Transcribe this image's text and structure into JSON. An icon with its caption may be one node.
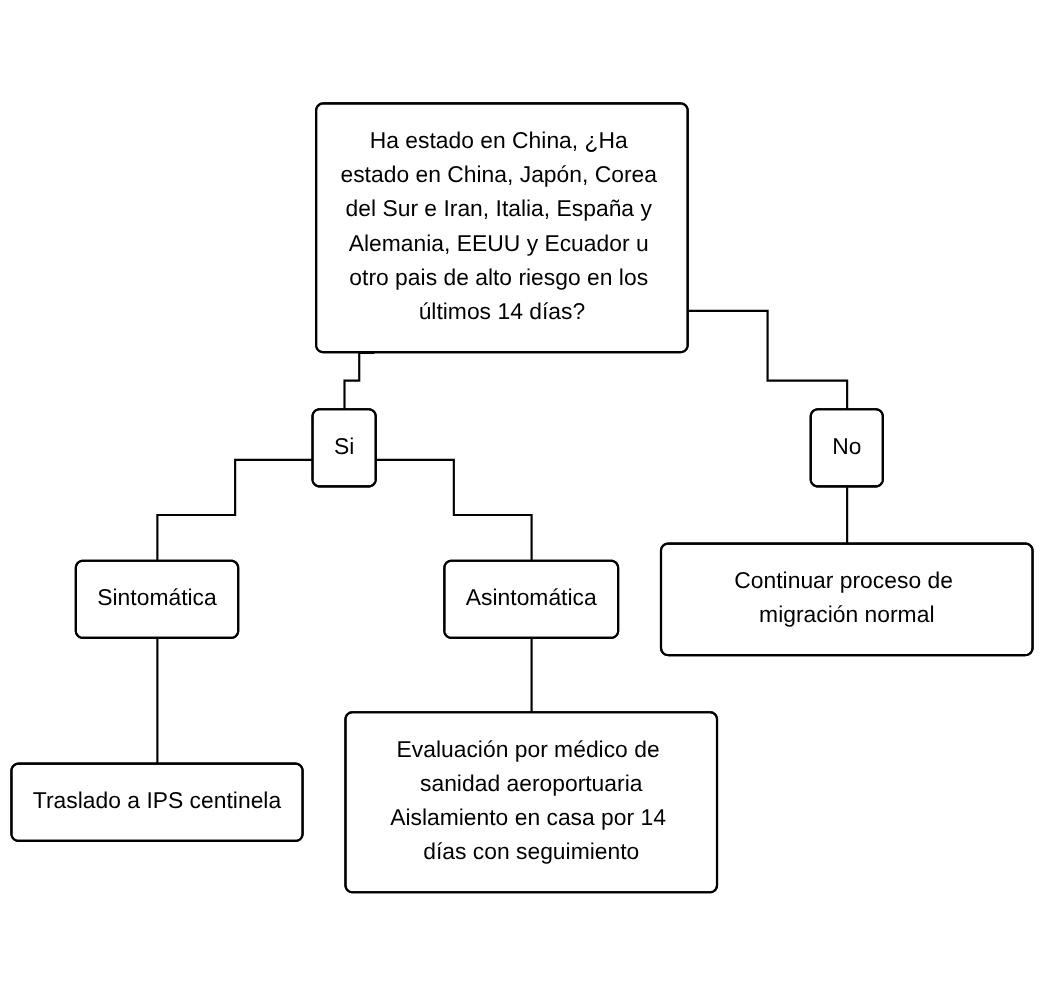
{
  "diagram": {
    "nodes": [
      {
        "text": [
          "Ha estado en China, ¿Ha estado en China, Japón, Corea del Sur e Iran, Italia, España y Alemania, EEUU y Ecuador u otro pais de alto riesgo en los últimos 14 días?"
        ]
      },
      {
        "text": [
          "Si"
        ]
      },
      {
        "text": [
          "No"
        ]
      },
      {
        "text": [
          "Sintomática"
        ]
      },
      {
        "text": [
          "Asintomática"
        ]
      },
      {
        "text": [
          "Continuar proceso de migración normal"
        ]
      },
      {
        "text": [
          "Traslado a IPS centinela"
        ]
      },
      {
        "text": [
          "Evaluación por médico de sanidad aeroportuaria",
          "Aislamiento en casa por 14 días con seguimiento"
        ]
      }
    ],
    "edges": [
      {
        "from": 0,
        "to": 1,
        "arrow": "none"
      },
      {
        "from": 0,
        "to": 2,
        "arrow": "none"
      },
      {
        "from": 1,
        "to": 3,
        "arrow": "none"
      },
      {
        "from": 1,
        "to": 4,
        "arrow": "none"
      },
      {
        "from": 2,
        "to": 5,
        "arrow": "none"
      },
      {
        "from": 3,
        "to": 6,
        "arrow": "none"
      },
      {
        "from": 4,
        "to": 7,
        "arrow": "none"
      }
    ]
  }
}
